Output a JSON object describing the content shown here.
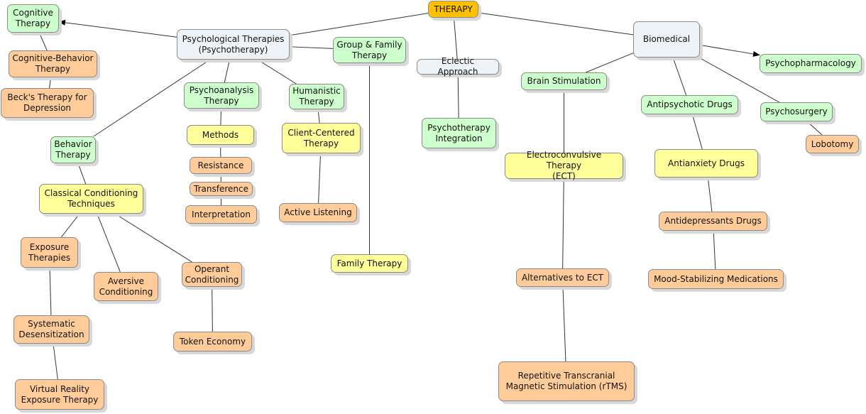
{
  "colors": {
    "root": "#ffc000",
    "category": "#eef3f7",
    "green": "#ccffcc",
    "yellow": "#ffff99",
    "orange": "#ffcc99",
    "line": "#333333"
  },
  "nodes": {
    "therapy": "THERAPY",
    "psychological": "Psychological Therapies\n(Psychotherapy)",
    "biomedical": "Biomedical",
    "cognitive": "Cognitive\nTherapy",
    "cbt": "Cognitive-Behavior\nTherapy",
    "beck": "Beck's Therapy for\nDepression",
    "group_family": "Group & Family\nTherapy",
    "family": "Family Therapy",
    "eclectic": "Eclectic Approach",
    "integration": "Psychotherapy\nIntegration",
    "psychoanalysis": "Psychoanalysis\nTherapy",
    "methods": "Methods",
    "resistance": "Resistance",
    "transference": "Transference",
    "interpretation": "Interpretation",
    "humanistic": "Humanistic\nTherapy",
    "client_centered": "Client-Centered\nTherapy",
    "active_listening": "Active Listening",
    "behavior": "Behavior\nTherapy",
    "classical": "Classical Conditioning\nTechniques",
    "exposure": "Exposure\nTherapies",
    "aversive": "Aversive\nConditioning",
    "operant": "Operant\nConditioning",
    "token": "Token Economy",
    "systematic": "Systematic\nDesensitization",
    "vr": "Virtual Reality\nExposure Therapy",
    "pharmacology": "Psychopharmacology",
    "brain_stim": "Brain Stimulation",
    "ect": "Electroconvulsive Therapy\n(ECT)",
    "alt_ect": "Alternatives to ECT",
    "rtms": "Repetitive Transcranial\nMagnetic Stimulation (rTMS)",
    "antipsychotic": "Antipsychotic Drugs",
    "antianxiety": "Antianxiety Drugs",
    "antidepressant": "Antidepressants Drugs",
    "mood": "Mood-Stabilizing Medications",
    "psychosurgery": "Psychosurgery",
    "lobotomy": "Lobotomy"
  },
  "edges": [
    [
      "therapy",
      "psychological"
    ],
    [
      "therapy",
      "biomedical"
    ],
    [
      "therapy",
      "eclectic"
    ],
    [
      "psychological",
      "cognitive"
    ],
    [
      "cognitive",
      "cbt"
    ],
    [
      "cbt",
      "beck"
    ],
    [
      "psychological",
      "group_family"
    ],
    [
      "group_family",
      "family"
    ],
    [
      "psychological",
      "psychoanalysis"
    ],
    [
      "psychoanalysis",
      "methods"
    ],
    [
      "methods",
      "resistance"
    ],
    [
      "resistance",
      "transference"
    ],
    [
      "transference",
      "interpretation"
    ],
    [
      "psychological",
      "humanistic"
    ],
    [
      "humanistic",
      "client_centered"
    ],
    [
      "client_centered",
      "active_listening"
    ],
    [
      "psychological",
      "behavior"
    ],
    [
      "behavior",
      "classical"
    ],
    [
      "classical",
      "exposure"
    ],
    [
      "classical",
      "aversive"
    ],
    [
      "classical",
      "operant"
    ],
    [
      "operant",
      "token"
    ],
    [
      "exposure",
      "systematic"
    ],
    [
      "systematic",
      "vr"
    ],
    [
      "eclectic",
      "integration"
    ],
    [
      "biomedical",
      "pharmacology"
    ],
    [
      "biomedical",
      "brain_stim"
    ],
    [
      "biomedical",
      "antipsychotic"
    ],
    [
      "biomedical",
      "psychosurgery"
    ],
    [
      "psychosurgery",
      "lobotomy"
    ],
    [
      "brain_stim",
      "ect"
    ],
    [
      "ect",
      "alt_ect"
    ],
    [
      "alt_ect",
      "rtms"
    ],
    [
      "antipsychotic",
      "antianxiety"
    ],
    [
      "antianxiety",
      "antidepressant"
    ],
    [
      "antidepressant",
      "mood"
    ]
  ],
  "arrows": [
    [
      "psychological",
      "cognitive"
    ],
    [
      "biomedical",
      "pharmacology"
    ]
  ]
}
